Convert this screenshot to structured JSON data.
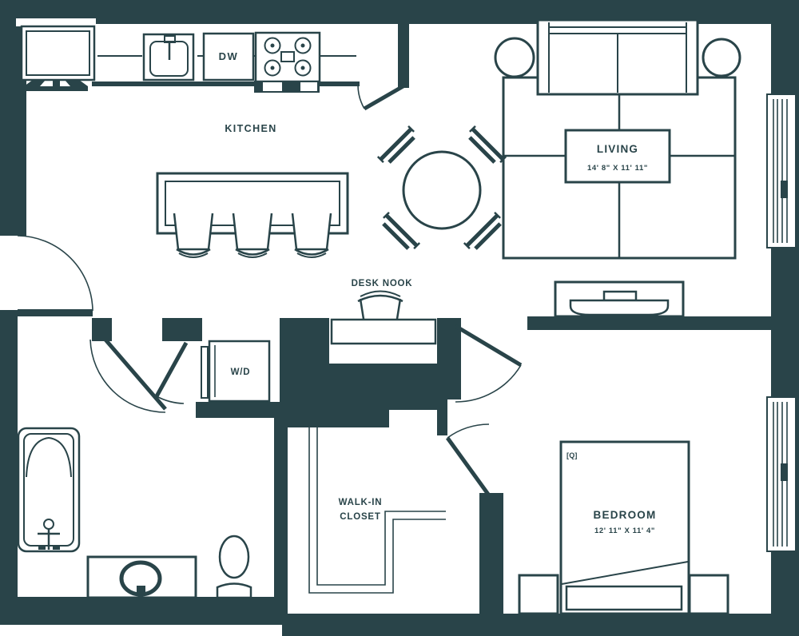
{
  "title": "Apartment Floor Plan",
  "colors": {
    "ink": "#294449",
    "bg": "#ffffff"
  },
  "labels": {
    "kitchen": "KITCHEN",
    "dishwasher": "DW",
    "desk_nook": "DESK NOOK",
    "laundry": "W/D",
    "living": "LIVING",
    "living_dimensions": "14' 8\" X 11' 11\"",
    "walk_in_line1": "WALK-IN",
    "walk_in_line2": "CLOSET",
    "bedroom": "BEDROOM",
    "bedroom_dimensions": "12' 11\" X 11' 4\"",
    "bed_size_tag": "[Q]"
  }
}
